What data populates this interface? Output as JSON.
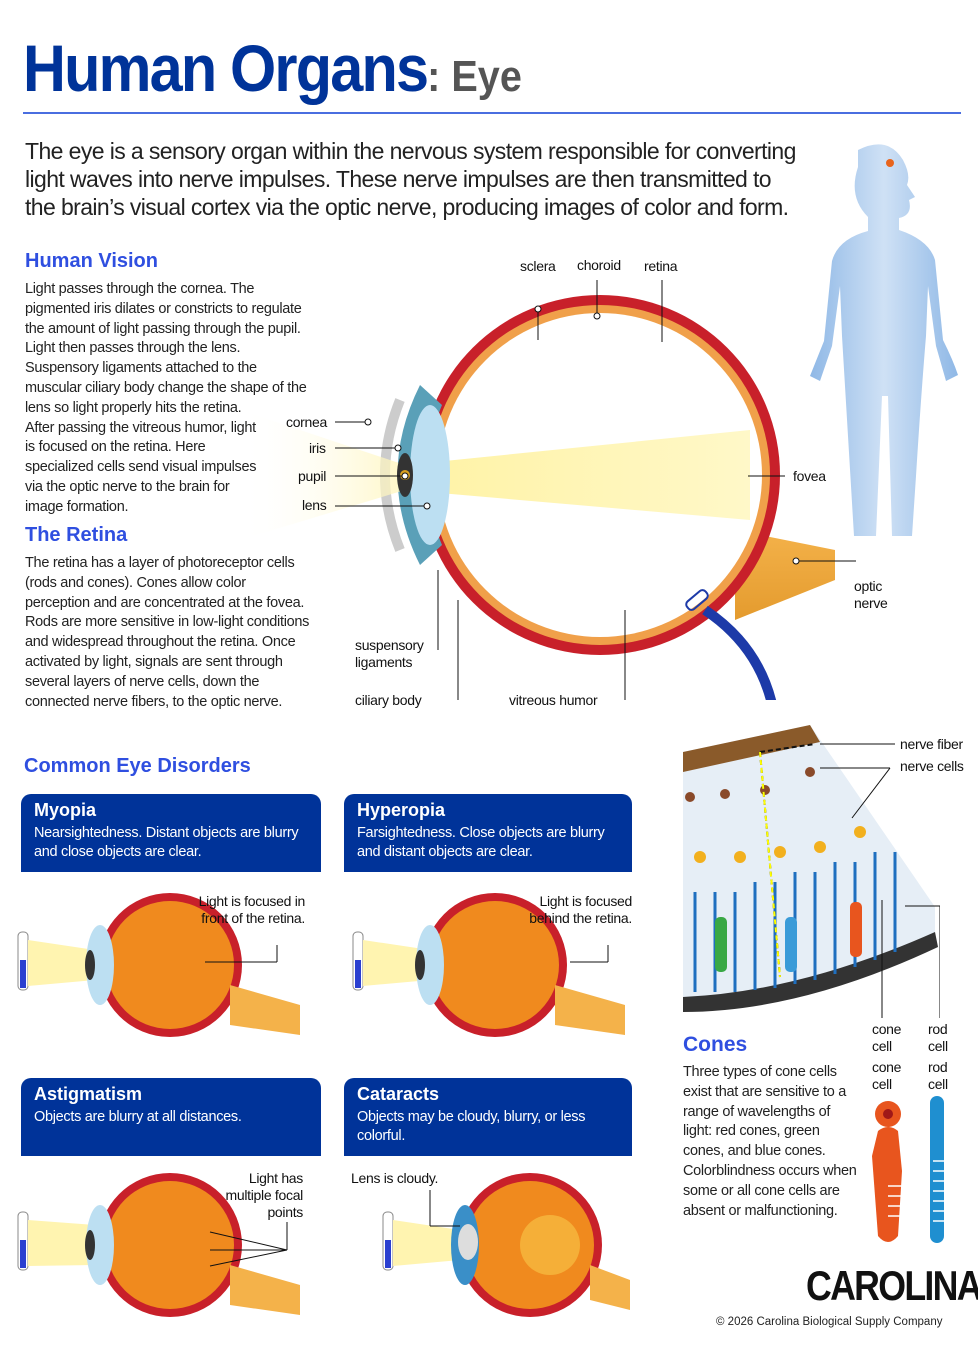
{
  "header": {
    "title": "Human Organs",
    "colon": ":",
    "subtitle": "Eye"
  },
  "intro": "The eye is a sensory organ within the nervous system responsible for converting light waves into nerve impulses. These nerve impulses are then transmitted to the brain’s visual cortex via the optic nerve, producing images of color and form.",
  "vision": {
    "heading": "Human Vision",
    "text": "Light passes through the cornea. The pigmented iris dilates or constricts to regulate the amount of light passing through the pupil. Light then passes through the lens. Suspensory ligaments attached to the muscular ciliary body change the shape of the lens so light properly hits the retina. After passing the vitreous humor, light is focused on the retina. Here specialized cells send visual impulses via the optic nerve to the brain for image formation."
  },
  "retina": {
    "heading": "The Retina",
    "text": "The retina has a layer of photoreceptor cells (rods and cones). Cones allow color perception and are concentrated at the fovea. Rods are more sensitive in low-light conditions and widespread throughout the retina. Once activated by light, signals are sent through several layers of nerve cells, down the connected nerve fibers, to the optic nerve."
  },
  "eye_labels": {
    "sclera": "sclera",
    "choroid": "choroid",
    "retina": "retina",
    "cornea": "cornea",
    "iris": "iris",
    "pupil": "pupil",
    "lens": "lens",
    "fovea": "fovea",
    "optic_nerve": "optic nerve",
    "suspensory": "suspensory ligaments",
    "ciliary": "ciliary body",
    "vitreous": "vitreous humor"
  },
  "disorders": {
    "heading": "Common Eye Disorders",
    "items": [
      {
        "title": "Myopia",
        "desc": "Nearsightedness. Distant objects are blurry and close objects are clear.",
        "note": "Light is focused in front of the retina."
      },
      {
        "title": "Hyperopia",
        "desc": "Farsightedness. Close objects are blurry and distant objects are clear.",
        "note": "Light is focused behind the retina."
      },
      {
        "title": "Astigmatism",
        "desc": "Objects are blurry at all distances.",
        "note": "Light has multiple focal points"
      },
      {
        "title": "Cataracts",
        "desc": "Objects may be cloudy, blurry, or less colorful.",
        "note": "Lens is cloudy."
      }
    ]
  },
  "retina_diagram": {
    "nerve_fiber": "nerve fiber",
    "nerve_cells": "nerve cells",
    "cone_cell": "cone cell",
    "rod_cell": "rod cell"
  },
  "cones": {
    "heading": "Cones",
    "text": "Three types of cone cells exist that are sensitive to a range of wavelengths of light: red cones, green cones, and blue cones. Colorblindness occurs when some or all cone cells are absent or malfunctioning.",
    "cone_label": "cone cell",
    "rod_label": "rod cell"
  },
  "footer": {
    "logo": "CAROLINA",
    "copyright": "© 2026 Carolina Biological Supply Company"
  },
  "colors": {
    "brand": "#003399",
    "heading": "#2f4fe0",
    "sclera": "#c8202a",
    "lens": "#7fb6d6"
  }
}
